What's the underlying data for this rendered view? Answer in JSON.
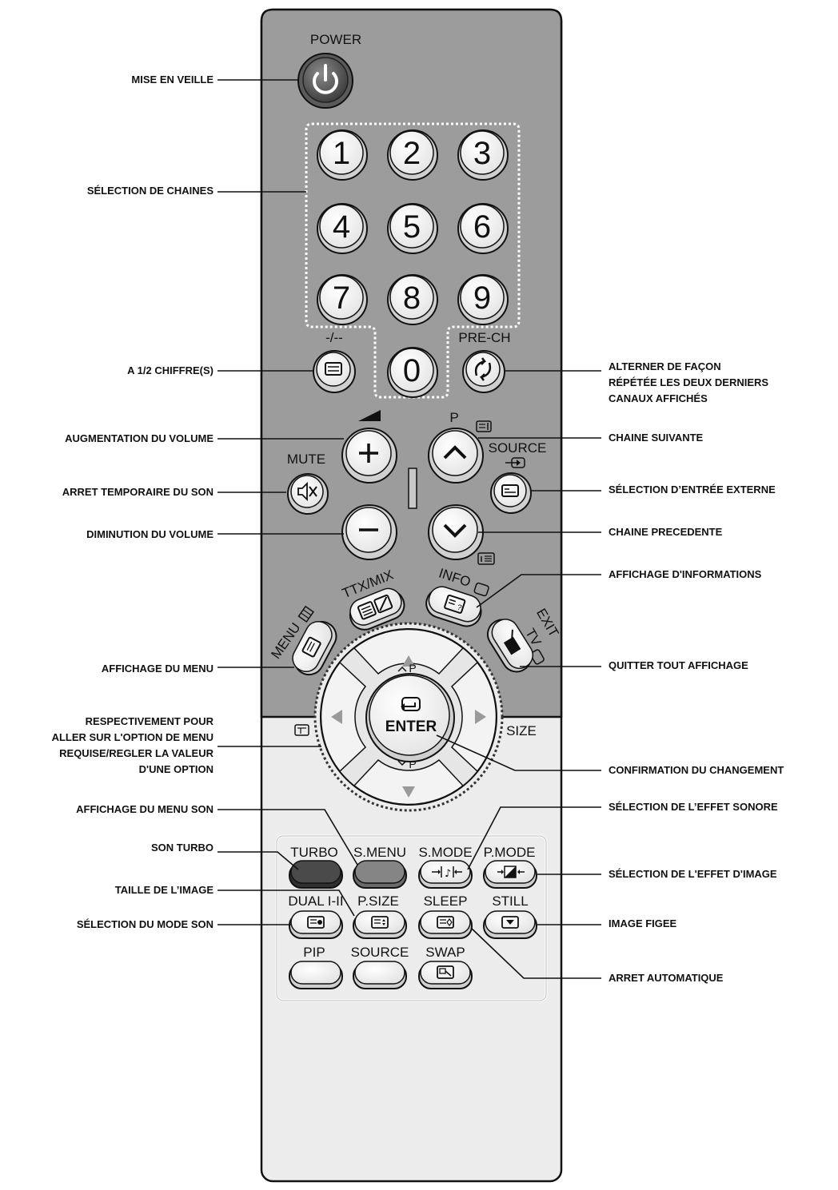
{
  "remote": {
    "body_color": "#9c9c9c",
    "lower_color": "#ececec",
    "power_label": "POWER",
    "digits": [
      "1",
      "2",
      "3",
      "4",
      "5",
      "6",
      "7",
      "8",
      "9",
      "0"
    ],
    "dash_label": "-/--",
    "prech_label": "PRE-CH",
    "p_label": "P",
    "source_label": "SOURCE",
    "mute_label": "MUTE",
    "ttx_label": "TTX/MIX",
    "info_label": "INFO",
    "menu_label": "MENU",
    "exit_label": "EXIT",
    "tv_label": "TV",
    "enter_label": "ENTER",
    "size_label": "SIZE",
    "p_up_label": "P",
    "p_down_label": "P",
    "turbo_label": "TURBO",
    "smenu_label": "S.MENU",
    "smode_label": "S.MODE",
    "pmode_label": "P.MODE",
    "dual_label": "DUAL I-II",
    "psize_label": "P.SIZE",
    "sleep_label": "SLEEP",
    "still_label": "STILL",
    "pip_label": "PIP",
    "source2_label": "SOURCE",
    "swap_label": "SWAP"
  },
  "labels_left": [
    "MISE EN VEILLE",
    "SÉLECTION DE CHAINES",
    "A 1/2 CHIFFRE(S)",
    "AUGMENTATION DU VOLUME",
    "ARRET TEMPORAIRE DU SON",
    "DIMINUTION DU VOLUME",
    "AFFICHAGE DU MENU",
    "RESPECTIVEMENT POUR\nALLER SUR L'OPTION DE MENU\nREQUISE/REGLER LA VALEUR\nD'UNE OPTION",
    "AFFICHAGE DU MENU SON",
    "SON TURBO",
    "TAILLE DE L’IMAGE",
    "SÉLECTION DU MODE SON"
  ],
  "labels_right": [
    "ALTERNER DE FAÇON\nRÉPÉTÉE LES DEUX DERNIERS\nCANAUX AFFICHÉS",
    "CHAINE SUIVANTE",
    "SÉLECTION D’ENTRÉE EXTERNE",
    "CHAINE PRECEDENTE",
    "AFFICHAGE D'INFORMATIONS",
    "QUITTER TOUT AFFICHAGE",
    "CONFIRMATION DU CHANGEMENT",
    "SÉLECTION DE L’EFFET SONORE",
    "SÉLECTION DE L'EFFET D'IMAGE",
    "IMAGE FIGEE",
    "ARRET AUTOMATIQUE"
  ]
}
